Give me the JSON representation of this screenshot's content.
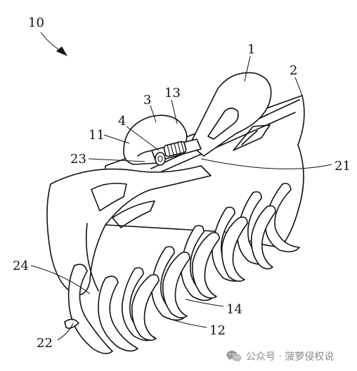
{
  "figure": {
    "assembly_label": "10",
    "part_labels": {
      "p1": "1",
      "p2": "2",
      "p3": "3",
      "p4": "4",
      "p11": "11",
      "p12": "12",
      "p13": "13",
      "p14": "14",
      "p21": "21",
      "p22": "22",
      "p23": "23",
      "p24": "24"
    }
  },
  "watermark": {
    "text": "公众号 · 菠萝侵权说",
    "icon": "wechat-bubbles-icon",
    "color": "#8a8a8a"
  }
}
